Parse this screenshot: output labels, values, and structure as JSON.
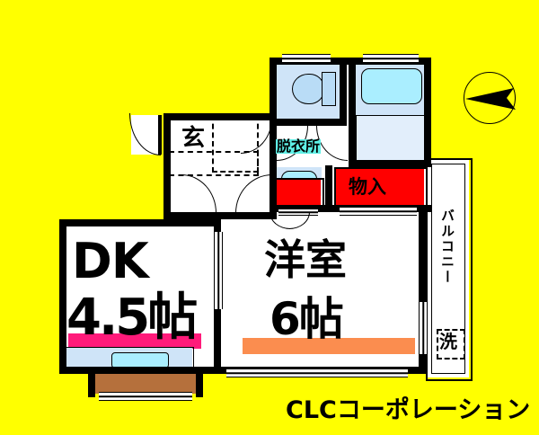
{
  "document": {
    "type": "floor-plan",
    "background_color": "#ffff00",
    "company_logo_text": "CLCコーポレーション"
  },
  "rooms": {
    "dk": {
      "label": "DK",
      "size": "4.5帖",
      "name": "dining-kitchen"
    },
    "washitsu": {
      "label": "洋室",
      "size": "6帖",
      "name": "western-room"
    },
    "genkan": {
      "label": "玄",
      "name": "entrance"
    },
    "datsuijo": {
      "label": "脱衣所",
      "name": "changing-room"
    },
    "monoire": {
      "label": "物入",
      "name": "storage-closet"
    },
    "balcony": {
      "label": "バルコニー",
      "name": "balcony"
    },
    "washer": {
      "label": "洗",
      "name": "washing-machine-space"
    }
  },
  "fixtures": {
    "toilet": "toilet-fixture",
    "bathtub": "bathtub-fixture",
    "washbasin": "washbasin-fixture",
    "kitchen_sink": "kitchen-sink-fixture",
    "kitchen_counter": "kitchen-counter",
    "shoe_cupboard": "shoe-cupboard"
  },
  "compass": {
    "direction": "west",
    "name": "north-arrow"
  },
  "colors": {
    "background": "#ffff00",
    "wall": "#000000",
    "floor": "#ffffff",
    "water_area": "#cfe4f8",
    "tub_water": "#aaeeff",
    "storage": "#ff0000",
    "counter": "#ff1a7a",
    "room_band": "#fb8d4f",
    "alcove": "#b5703c",
    "highlight": "#5ef0e6"
  }
}
